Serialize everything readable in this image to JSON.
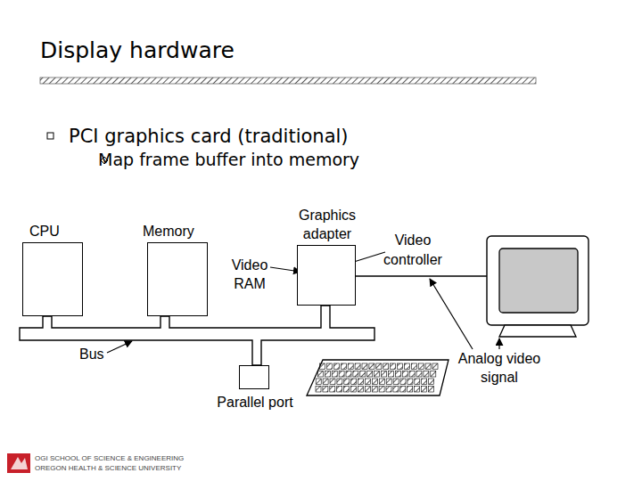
{
  "diagram": {
    "title": "Display hardware",
    "nodes": [
      {
        "text": [
          "CPU"
        ]
      },
      {
        "text": [
          "Memory"
        ]
      },
      {
        "text": [
          "Graphics adapter"
        ]
      },
      {
        "text": [
          "Parallel port"
        ]
      }
    ],
    "labels": [
      "PCI graphics card (traditional)",
      "Map frame buffer into memory",
      "Video RAM",
      "Video controller",
      "Bus",
      "Analog video signal",
      "OGI SCHOOL OF SCIENCE & ENGINEERING",
      "OREGON HEALTH & SCIENCE UNIVERSITY"
    ]
  }
}
